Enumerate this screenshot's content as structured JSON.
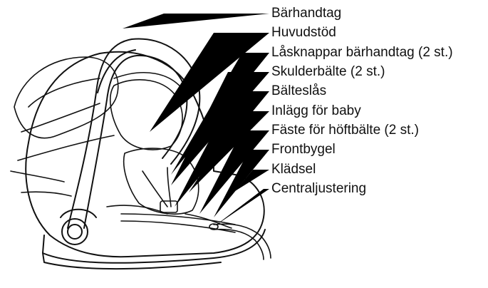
{
  "diagram": {
    "labels": [
      "Bärhandtag",
      "Huvudstöd",
      "Låsknappar bärhandtag (2 st.)",
      "Skulderbälte (2 st.)",
      "Bälteslås",
      "Inlägg för baby",
      "Fäste för höftbälte (2 st.)",
      "Frontbygel",
      "Klädsel",
      "Centraljustering"
    ]
  }
}
